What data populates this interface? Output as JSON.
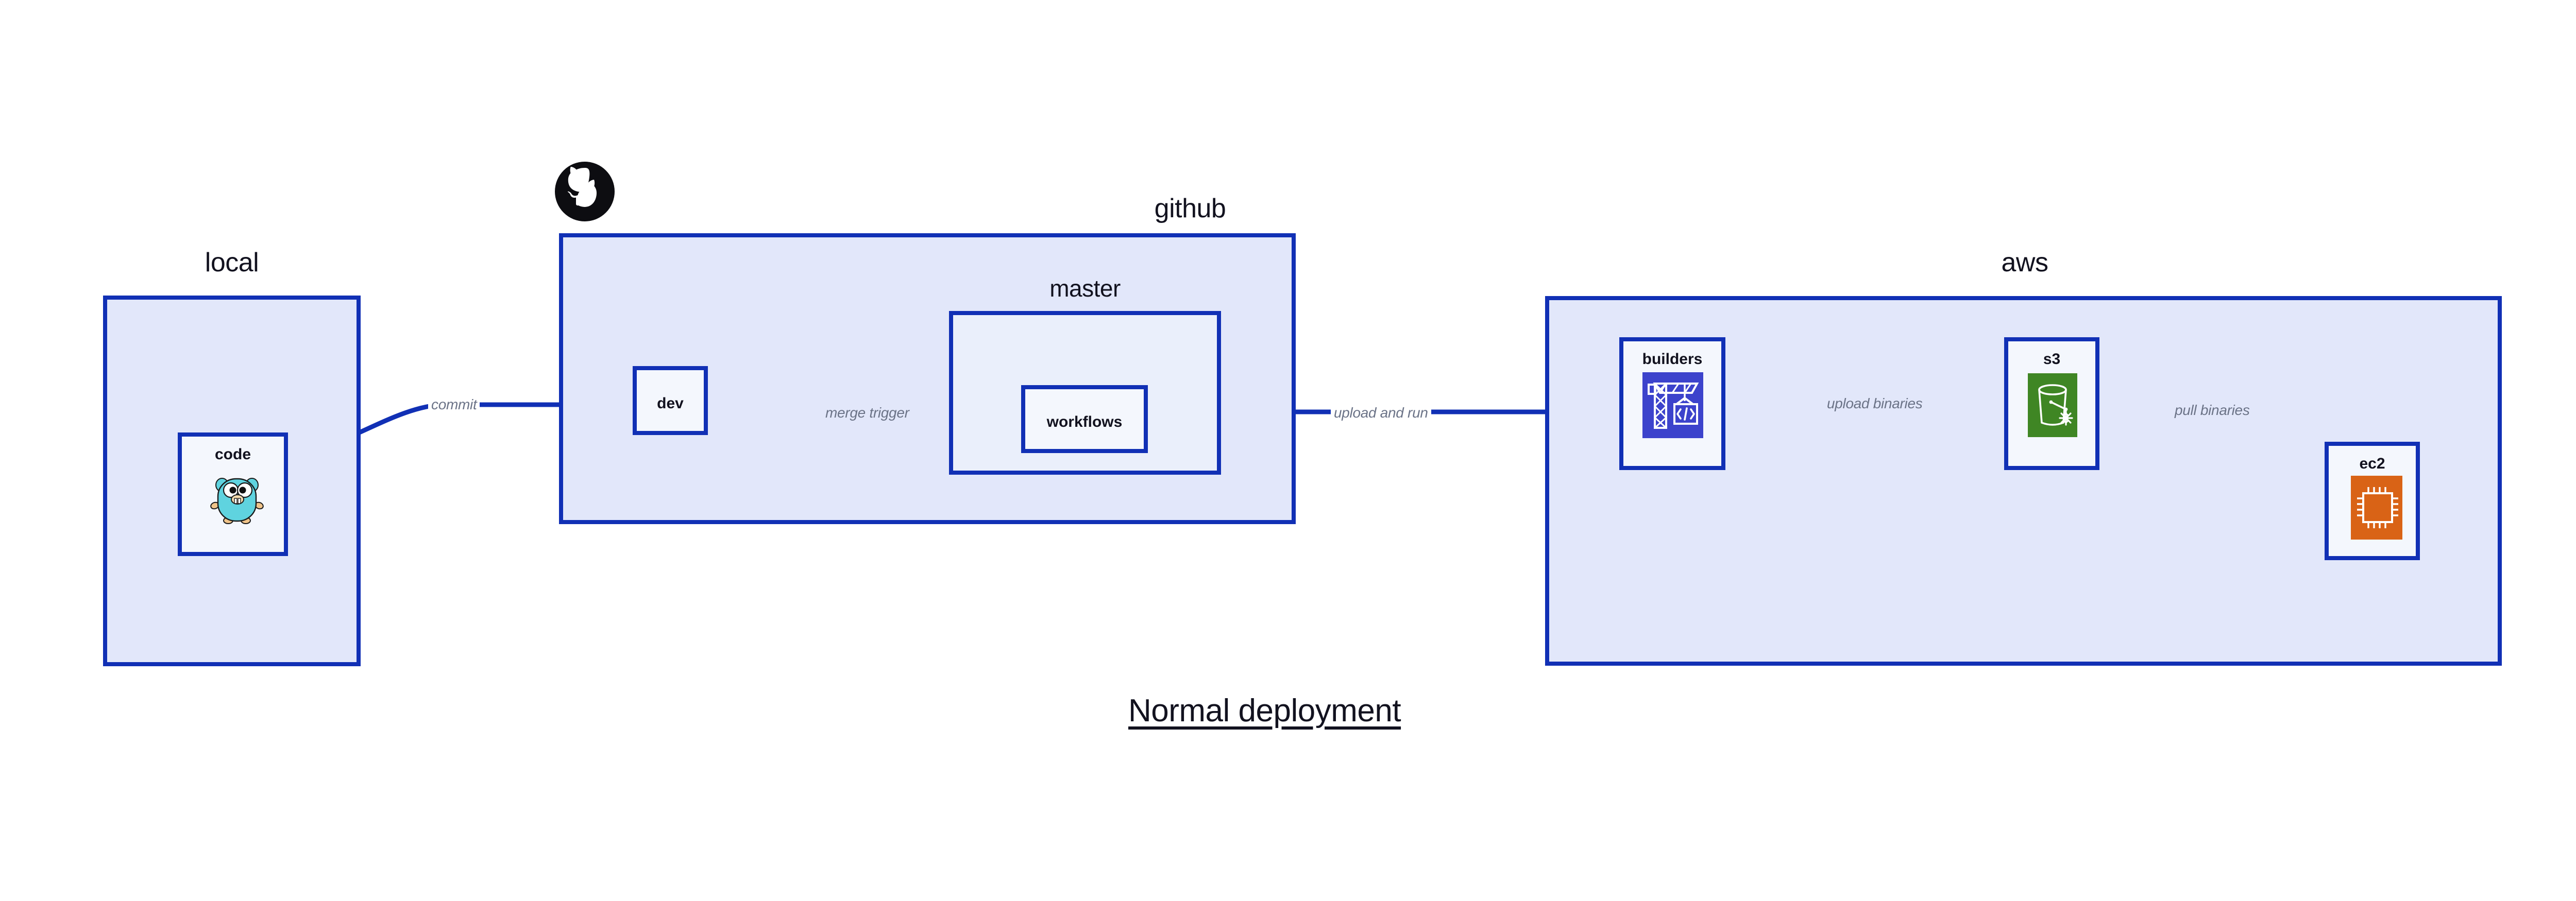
{
  "diagram": {
    "title": "Normal deployment",
    "background": "#ffffff",
    "accent_border": "#1130b5",
    "group_fill": "#e2e7fa",
    "inner_fill": "#eaeffb",
    "leaf_fill": "#f4f7fd",
    "label_color": "#12121f",
    "edge_label_color": "#6b7387"
  },
  "groups": [
    {
      "id": "local",
      "label": "local"
    },
    {
      "id": "github",
      "label": "github"
    },
    {
      "id": "master",
      "label": "master"
    },
    {
      "id": "aws",
      "label": "aws"
    }
  ],
  "nodes": [
    {
      "id": "code",
      "label": "code",
      "icon": "go-gopher-icon",
      "icon_color": "#5fd3df"
    },
    {
      "id": "dev",
      "label": "dev",
      "icon": null,
      "icon_color": null
    },
    {
      "id": "workflows",
      "label": "workflows",
      "icon": null,
      "icon_color": null
    },
    {
      "id": "builders",
      "label": "builders",
      "icon": "codebuild-crane-icon",
      "icon_color": "#3c43cc"
    },
    {
      "id": "s3",
      "label": "s3",
      "icon": "s3-glacier-bucket-icon",
      "icon_color": "#3f8624"
    },
    {
      "id": "ec2",
      "label": "ec2",
      "icon": "ec2-chip-icon",
      "icon_color": "#d96316"
    }
  ],
  "edges": [
    {
      "id": "commit",
      "from": "code",
      "to": "dev",
      "label": "commit"
    },
    {
      "id": "merge-trigger",
      "from": "dev",
      "to": "workflows",
      "label": "merge trigger"
    },
    {
      "id": "upload-and-run",
      "from": "workflows",
      "to": "builders",
      "label": "upload and run"
    },
    {
      "id": "upload-binaries",
      "from": "builders",
      "to": "s3",
      "label": "upload binaries"
    },
    {
      "id": "pull-binaries",
      "from": "s3",
      "to": "ec2",
      "label": "pull binaries"
    }
  ],
  "logos": [
    {
      "id": "github-logo",
      "name": "github-octocat-logo",
      "color": "#0d0d11"
    }
  ]
}
